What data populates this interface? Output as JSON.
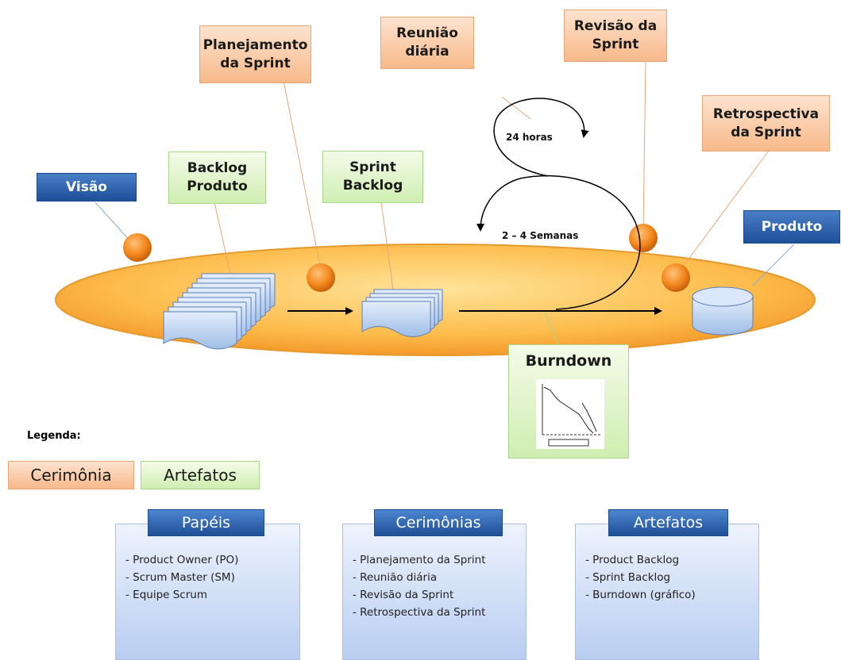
{
  "ceremonies_top": {
    "planejamento": "Planejamento\nda Sprint",
    "reuniao": "Reunião\ndiária",
    "revisao": "Revisão da\nSprint",
    "retrospectiva": "Retrospectiva\nda Sprint"
  },
  "artifacts_top": {
    "backlog_produto": "Backlog\nProduto",
    "sprint_backlog": "Sprint\nBacklog",
    "burndown": "Burndown"
  },
  "blue_labels": {
    "visao": "Visão",
    "produto": "Produto"
  },
  "cycle_labels": {
    "daily": "24 horas",
    "sprint": "2 – 4 Semanas"
  },
  "legend": {
    "title": "Legenda:",
    "ceremony": "Cerimônia",
    "artifact": "Artefatos"
  },
  "panels": {
    "papeis": {
      "title": "Papéis",
      "items": [
        "- Product Owner (PO)",
        "- Scrum Master (SM)",
        "- Equipe Scrum"
      ]
    },
    "cerimonias": {
      "title": "Cerimônias",
      "items": [
        "- Planejamento da Sprint",
        "- Reunião diária",
        "- Revisão da Sprint",
        "- Retrospectiva da Sprint"
      ]
    },
    "artefatos": {
      "title": "Artefatos",
      "items": [
        "- Product Backlog",
        "- Sprint Backlog",
        "- Burndown (gráfico)"
      ]
    }
  },
  "colors": {
    "ellipse": "#fbb040",
    "ceremony": "#f7b98a",
    "artifact": "#cfeeb1",
    "blue": "#1e4f98",
    "dot": "#f0891a"
  }
}
